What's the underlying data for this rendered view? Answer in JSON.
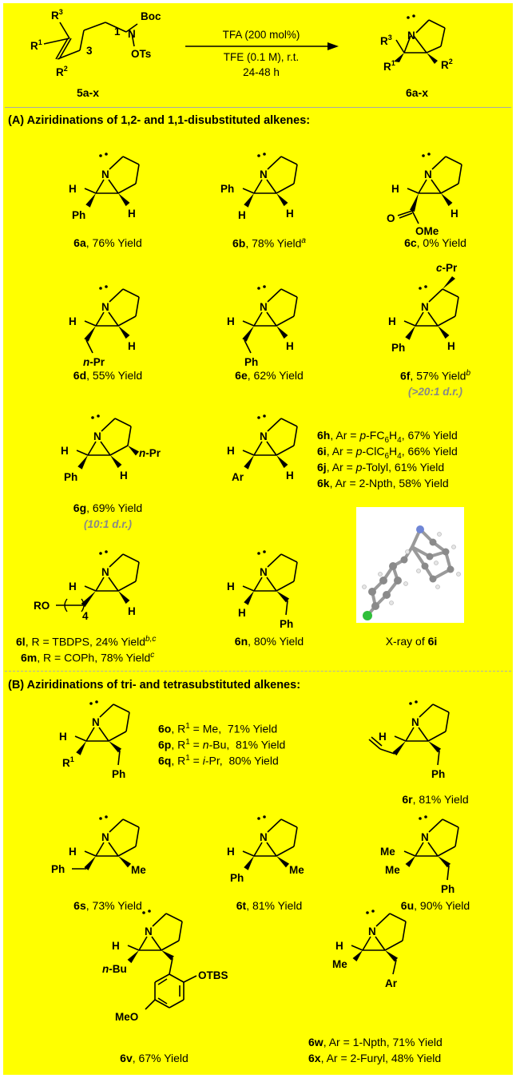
{
  "scheme": {
    "reagent_line": "TFA (200 mol%)",
    "condition_line1": "TFE (0.1 M), r.t.",
    "condition_line2": "24-48 h",
    "start_label": "5a-x",
    "product_label": "6a-x"
  },
  "sections": {
    "a_title": "(A) Aziridinations of 1,2- and 1,1-disubstituted alkenes:",
    "b_title": "(B) Aziridinations of tri- and tetrasubstituted alkenes:"
  },
  "yield_word": "Yield",
  "xray_caption": "X-ray of",
  "xray_cpd": "6i",
  "dr": {
    "f": "(>20:1 d.r.)",
    "g": "(10:1 d.r.)"
  },
  "compounds": {
    "a": {
      "id": "6a",
      "yield": "76%"
    },
    "b": {
      "id": "6b",
      "yield": "78%",
      "note": "a"
    },
    "c": {
      "id": "6c",
      "yield": "0%"
    },
    "d": {
      "id": "6d",
      "yield": "55%"
    },
    "e": {
      "id": "6e",
      "yield": "62%"
    },
    "f": {
      "id": "6f",
      "yield": "57%",
      "note": "b"
    },
    "g": {
      "id": "6g",
      "yield": "69%"
    },
    "h": {
      "id": "6h",
      "ar_prefix": "p",
      "ar_rest": "-FC",
      "sub6": "6",
      "h4": "H",
      "sub4": "4",
      "yield": "67%"
    },
    "i": {
      "id": "6i",
      "ar_prefix": "p",
      "ar_rest": "-ClC",
      "sub6": "6",
      "h4": "H",
      "sub4": "4",
      "yield": "66%"
    },
    "j": {
      "id": "6j",
      "ar_prefix": "p",
      "ar_rest": "-Tolyl",
      "yield": "61%"
    },
    "k": {
      "id": "6k",
      "ar_full": "2-Npth",
      "yield": "58%"
    },
    "l": {
      "id": "6l",
      "r": "TBDPS",
      "yield": "24%",
      "note": "b,c"
    },
    "m": {
      "id": "6m",
      "r": "COPh",
      "yield": "78%",
      "note": "c"
    },
    "n": {
      "id": "6n",
      "yield": "80%"
    },
    "o": {
      "id": "6o",
      "r1": "Me",
      "yield": "71%"
    },
    "p": {
      "id": "6p",
      "r1_prefix": "n",
      "r1_rest": "-Bu",
      "yield": "81%"
    },
    "q": {
      "id": "6q",
      "r1_prefix": "i",
      "r1_rest": "-Pr",
      "yield": "80%"
    },
    "r": {
      "id": "6r",
      "yield": "81%"
    },
    "s": {
      "id": "6s",
      "yield": "73%"
    },
    "t": {
      "id": "6t",
      "yield": "81%"
    },
    "u": {
      "id": "6u",
      "yield": "90%"
    },
    "v": {
      "id": "6v",
      "yield": "67%"
    },
    "w": {
      "id": "6w",
      "ar": "1-Npth",
      "yield": "71%"
    },
    "x": {
      "id": "6x",
      "ar": "2-Furyl",
      "yield": "48%"
    }
  },
  "atoms": {
    "N": "N",
    "H": "H",
    "Ph": "Ph",
    "Me": "Me",
    "OMe": "OMe",
    "O": "O",
    "Ar": "Ar",
    "Boc": "Boc",
    "OTs": "OTs",
    "RO": "RO",
    "MeO": "MeO",
    "OTBS": "OTBS",
    "R": "R",
    "one": "1",
    "two": "2",
    "three": "3",
    "four": "4",
    "nPr_i": "n",
    "nPr_r": "-Pr",
    "cPr_i": "c",
    "nBu_r": "-Bu"
  },
  "colors": {
    "panel": "#ffff00",
    "dr_grey": "#888888",
    "rule_grey": "#a8a8a8",
    "xray_carbon": "#8a8a8a",
    "xray_nitrogen": "#6f86d6",
    "xray_chlorine": "#2fbf3a"
  }
}
